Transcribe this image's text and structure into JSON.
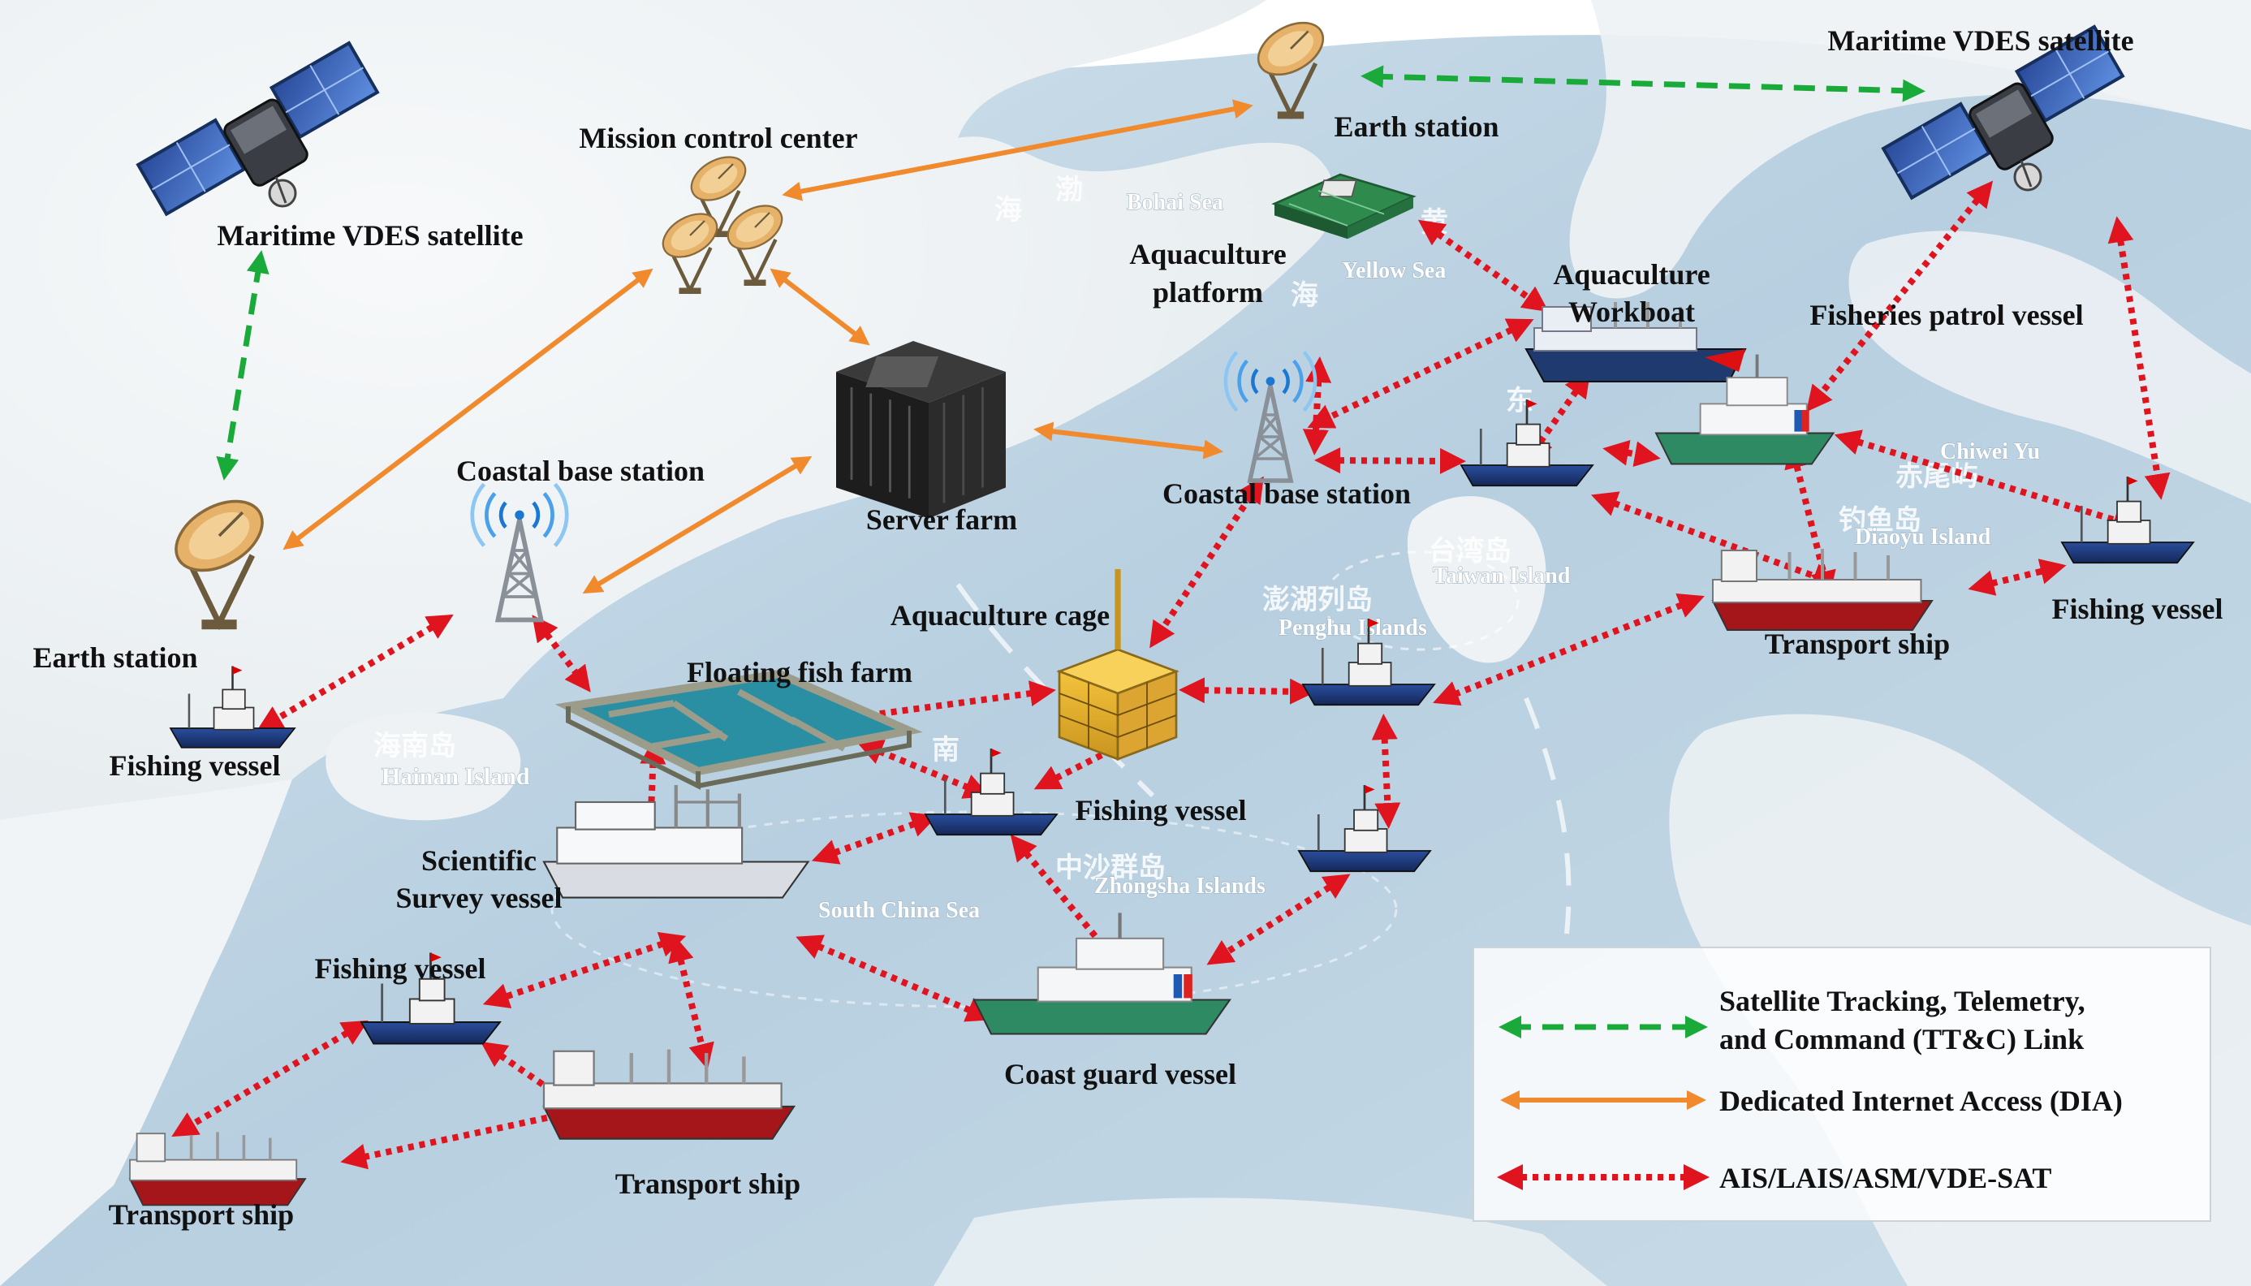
{
  "nodes": {
    "vdes_sat_left": "Maritime VDES satellite",
    "vdes_sat_right": "Maritime VDES satellite",
    "mission_control": "Mission control center",
    "earth_station_top": "Earth station",
    "earth_station_left": "Earth station",
    "server_farm": "Server farm",
    "coastal_base_left": "Coastal base station",
    "coastal_base_right": "Coastal base station",
    "aquaculture_platform_1": "Aquaculture",
    "aquaculture_platform_2": "platform",
    "aquaculture_workboat_1": "Aquaculture",
    "aquaculture_workboat_2": "Workboat",
    "fisheries_patrol": "Fisheries patrol vessel",
    "aquaculture_cage": "Aquaculture cage",
    "floating_fish_farm": "Floating fish farm",
    "fishing_vessel_left": "Fishing vessel",
    "fishing_vessel_center": "Fishing vessel",
    "fishing_vessel_right": "Fishing vessel",
    "fishing_vessel_bottom": "Fishing vessel",
    "scientific_survey_1": "Scientific",
    "scientific_survey_2": "Survey vessel",
    "transport_ship_right": "Transport ship",
    "transport_ship_bottom_center": "Transport ship",
    "transport_ship_bottom_left": "Transport ship",
    "coast_guard": "Coast guard vessel"
  },
  "map_labels": {
    "bohai_sea": "Bohai Sea",
    "bohai_cn_1": "渤",
    "bohai_cn_2": "海",
    "yellow_sea": "Yellow Sea",
    "yellow_cn_1": "黄",
    "yellow_cn_2": "海",
    "east_cn": "东",
    "chiwei_yu": "Chiwei Yu",
    "chiwei_cn": "赤尾屿",
    "diaoyu_island": "Diaoyu Island",
    "diaoyu_cn": "钓鱼岛",
    "taiwan_island": "Taiwan Island",
    "taiwan_cn": "台湾岛",
    "penghu_islands": "Penghu Islands",
    "penghu_cn": "澎湖列岛",
    "hainan_island": "Hainan Island",
    "hainan_cn": "海南岛",
    "south_cn": "南",
    "south_china_sea": "South China Sea",
    "zhongsha_islands": "Zhongsha Islands",
    "zhongsha_cn": "中沙群岛"
  },
  "legend": {
    "ttc_1": "Satellite Tracking, Telemetry,",
    "ttc_2": "and Command (TT&C) Link",
    "dia": "Dedicated Internet Access (DIA)",
    "ais": "AIS/LAIS/ASM/VDE-SAT"
  },
  "colors": {
    "ttc_link": "#1aaa3a",
    "dia_link": "#f08a2c",
    "ais_link": "#e0141e"
  }
}
